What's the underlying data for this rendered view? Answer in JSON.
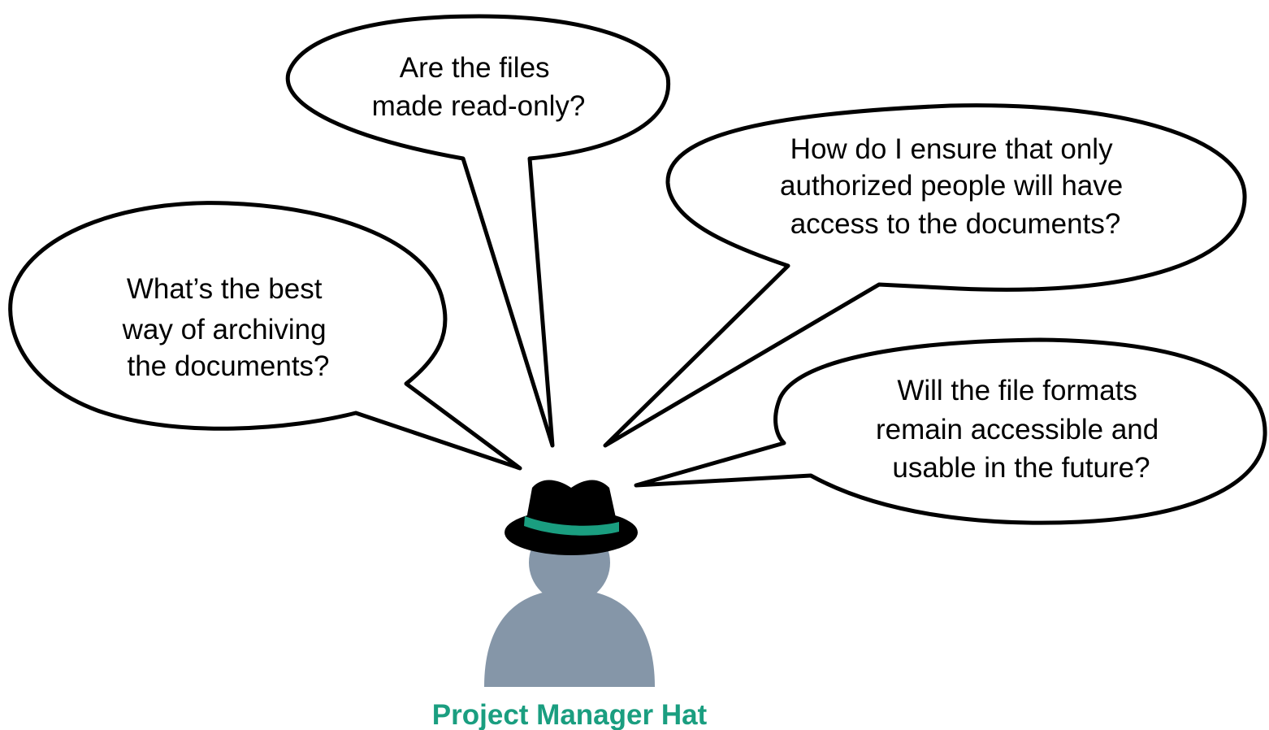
{
  "colors": {
    "accent": "#1a9e80",
    "person": "#8596a8",
    "hat": "#000000",
    "bubble_fill": "#ffffff",
    "bubble_stroke": "#000000"
  },
  "bubbles": [
    {
      "lines": [
        "What’s the best",
        "way of archiving",
        "the documents?"
      ]
    },
    {
      "lines": [
        "Are the files",
        "made read-only?"
      ]
    },
    {
      "lines": [
        "How do I ensure that only",
        "authorized people will have",
        "access to the documents?"
      ]
    },
    {
      "lines": [
        "Will the file formats",
        "remain accessible and",
        "usable in the future?"
      ]
    }
  ],
  "person": {
    "icon": "person-with-fedora-icon"
  },
  "caption": "Project Manager Hat"
}
